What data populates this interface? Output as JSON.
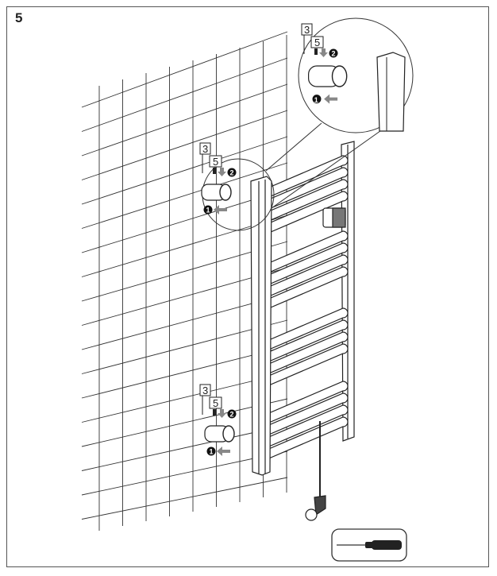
{
  "step_number": "5",
  "callouts": [
    {
      "part_a": "3",
      "part_b": "5",
      "step_1": "1",
      "step_2": "2"
    },
    {
      "part_a": "3",
      "part_b": "5",
      "step_1": "1",
      "step_2": "2"
    },
    {
      "part_a": "3",
      "part_b": "5",
      "step_1": "1",
      "step_2": "2"
    }
  ],
  "tool": "screwdriver-icon",
  "colors": {
    "line": "#333333",
    "arrow": "#777777",
    "frame": "#555555"
  }
}
